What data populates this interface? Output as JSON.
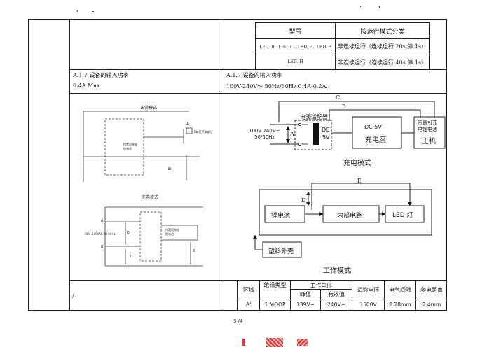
{
  "mode_table": {
    "header_model": "型号",
    "header_mode": "按运行模式分类",
    "rows": [
      {
        "model": "LED. B、LED. C、LED. E、LED. F",
        "mode": "非连续运行（连续运行 20s,停 1s）"
      },
      {
        "model": "LED. H",
        "mode": "非连续运行（连续运行 40s,停 1s）"
      }
    ]
  },
  "left_section": {
    "heading": "A.1.7  设备的输入功率",
    "value": "0.4A Max",
    "diagram_normal": {
      "title": "正常模式",
      "label_right": "B按压开关部分",
      "label_inner": "内置可充电锂电池",
      "label_b": "B",
      "label_a": "A"
    },
    "diagram_charge": {
      "title": "充电模式",
      "label_a": "A",
      "label_b": "B",
      "label_c": "C",
      "label_d": "D",
      "label_input": "100~240VAC 50-60Hz",
      "label_inner": "内置可充电锂电池"
    }
  },
  "right_section": {
    "heading": "A.1.7  设备的输入功率",
    "value": "100V-240V～ 50Hz/60Hz 0.4A-0.2A.",
    "charge_diagram": {
      "label_c": "C",
      "label_b": "B",
      "label_a": "A",
      "adapter_label": "电源适配器",
      "input_label_1": "100V 240V~",
      "input_label_2": "50/60Hz",
      "dc_label": "DC",
      "dc_volt": "5V",
      "dock_line1": "DC 5V",
      "dock_line2": "充电座",
      "host_line1": "内置可充",
      "host_line2": "电锂电池",
      "host_line3": "主机",
      "caption": "充电模式"
    },
    "work_diagram": {
      "label_e": "E",
      "label_d": "D",
      "battery": "锂电池",
      "circuit": "内部电路",
      "led": "LED 灯",
      "shell": "塑料外壳",
      "caption": "工作模式"
    }
  },
  "bottom_table": {
    "slash": "/",
    "headers": {
      "zone": "区域",
      "insulation": "绝缘类型",
      "voltage": "工作电压",
      "peak": "峰值",
      "rms": "有效值",
      "test_voltage": "试验电压",
      "clearance": "电气间隙",
      "creepage": "爬电距离"
    },
    "row": {
      "zone": "A",
      "zone_sup": "1",
      "insulation": "1 MOOP",
      "peak": "339V~",
      "rms": "240V~",
      "test_voltage": "1500V",
      "clearance": "2.28mm",
      "creepage": "2.4mm"
    }
  },
  "footer": {
    "page": "3 /4"
  },
  "colors": {
    "ink": "#1a1a1a",
    "battery_fill": "#111111",
    "stamp": "#d23a3a"
  }
}
